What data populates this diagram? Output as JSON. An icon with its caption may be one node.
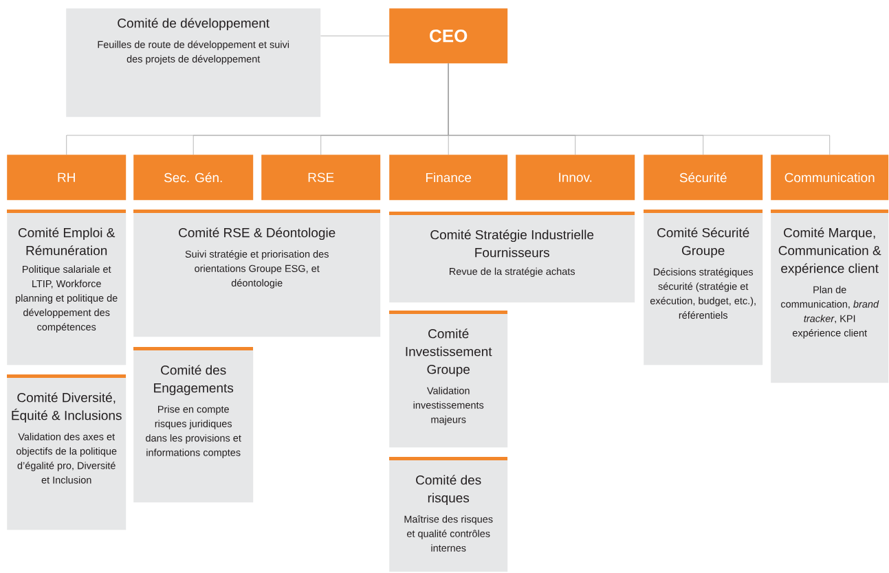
{
  "diagram": {
    "nodes": [
      {
        "text": [
          "Comité de développement",
          "Feuilles de route de développement et suivi des projets de développement"
        ]
      },
      {
        "text": [
          "CEO"
        ]
      },
      {
        "text": [
          "RH"
        ]
      },
      {
        "text": [
          "Sec. Gén."
        ]
      },
      {
        "text": [
          "RSE"
        ]
      },
      {
        "text": [
          "Finance"
        ]
      },
      {
        "text": [
          "Innov."
        ]
      },
      {
        "text": [
          "Sécurité"
        ]
      },
      {
        "text": [
          "Communication"
        ]
      },
      {
        "text": [
          "Comité Emploi & Rémunération",
          "Politique salariale et LTIP, Workforce planning et politique de développement des compétences"
        ]
      },
      {
        "text": [
          "Comité Diversité, Équité & Inclusions",
          "Validation des axes et objectifs de la politique d’égalité pro, Diversité et Inclusion"
        ]
      },
      {
        "text": [
          "Comité RSE & Déontologie",
          "Suivi stratégie et priorisation des orientations Groupe ESG, et déontologie"
        ]
      },
      {
        "text": [
          "Comité des Engagements",
          "Prise en compte risques juridiques dans les provisions et informations comptes"
        ]
      },
      {
        "text": [
          "Comité Stratégie Industrielle Fournisseurs",
          "Revue de la stratégie achats"
        ]
      },
      {
        "text": [
          "Comité Investissement Groupe",
          "Validation investissements majeurs"
        ]
      },
      {
        "text": [
          "Comité des risques",
          "Maîtrise des risques et qualité contrôles internes"
        ]
      },
      {
        "text": [
          "Comité Sécurité Groupe",
          "Décisions stratégiques sécurité (stratégie et exécution, budget, etc.), référentiels"
        ]
      },
      {
        "text": [
          "Comité Marque, Communication & expérience client",
          "Plan de communication, *brand tracker*, KPI expérience client"
        ]
      }
    ],
    "edges": [
      {
        "from": 0,
        "to": 1,
        "arrow": "none"
      },
      {
        "from": 1,
        "to": 2,
        "arrow": "none"
      },
      {
        "from": 1,
        "to": 3,
        "arrow": "none"
      },
      {
        "from": 1,
        "to": 4,
        "arrow": "none"
      },
      {
        "from": 1,
        "to": 5,
        "arrow": "none"
      },
      {
        "from": 1,
        "to": 6,
        "arrow": "none"
      },
      {
        "from": 1,
        "to": 7,
        "arrow": "none"
      },
      {
        "from": 1,
        "to": 8,
        "arrow": "none"
      }
    ]
  }
}
